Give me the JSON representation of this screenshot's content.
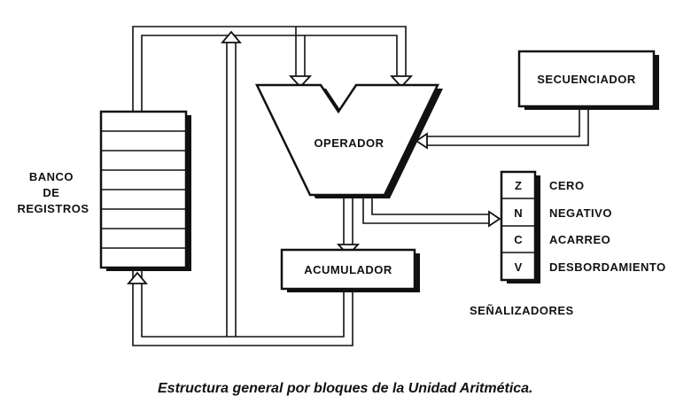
{
  "diagram": {
    "blocks": {
      "register_bank": "BANCO\nDE\nREGISTROS",
      "operator": "OPERADOR",
      "sequencer": "SECUENCIADOR",
      "accumulator": "ACUMULADOR"
    },
    "flags": {
      "title": "SEÑALIZADORES",
      "items": [
        {
          "code": "Z",
          "label": "CERO"
        },
        {
          "code": "N",
          "label": "NEGATIVO"
        },
        {
          "code": "C",
          "label": "ACARREO"
        },
        {
          "code": "V",
          "label": "DESBORDAMIENTO"
        }
      ]
    },
    "caption": "Estructura general por bloques de la Unidad Aritmética."
  }
}
